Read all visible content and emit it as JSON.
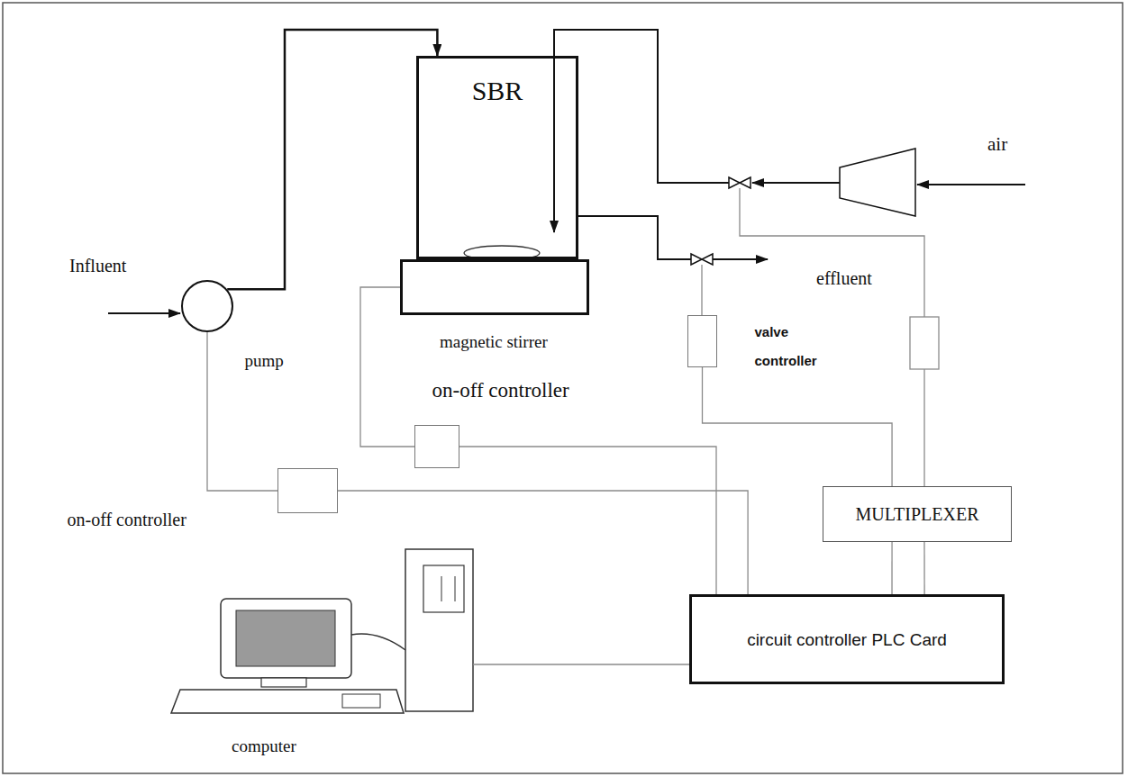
{
  "diagram": {
    "nodes": [
      {
        "text": [
          "SBR"
        ]
      },
      {
        "text": [
          "magnetic stirrer"
        ]
      },
      {
        "text": [
          "pump"
        ]
      },
      {
        "text": [
          "on-off controller"
        ]
      },
      {
        "text": [
          "on-off controller"
        ]
      },
      {
        "text": [
          "valve controller"
        ]
      },
      {
        "text": [
          "MULTIPLEXER"
        ]
      },
      {
        "text": [
          "circuit controller PLC Card"
        ]
      }
    ],
    "edges": [
      {
        "from": 2,
        "to": 0,
        "arrow": "to"
      },
      {
        "from": 2,
        "to": 4,
        "arrow": "none"
      },
      {
        "from": 4,
        "to": 7,
        "arrow": "none"
      },
      {
        "from": 1,
        "to": 3,
        "arrow": "none"
      },
      {
        "from": 3,
        "to": 7,
        "arrow": "none"
      },
      {
        "from": 5,
        "to": 6,
        "arrow": "none"
      },
      {
        "from": 6,
        "to": 7,
        "arrow": "none"
      },
      {
        "from": 6,
        "to": 7,
        "arrow": "none"
      }
    ],
    "labels": [
      "Influent",
      "effluent",
      "air",
      "computer"
    ]
  }
}
